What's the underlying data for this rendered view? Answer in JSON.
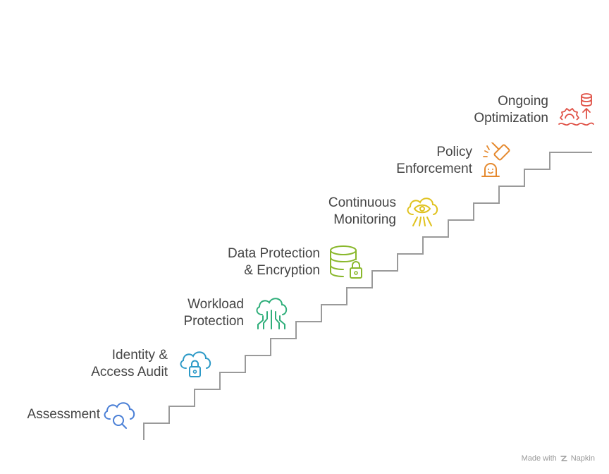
{
  "steps": [
    {
      "line1": "",
      "line2": "Assessment",
      "icon": "cloud-search-icon",
      "color": "#4a7fd6"
    },
    {
      "line1": "Identity &",
      "line2": "Access Audit",
      "icon": "cloud-lock-icon",
      "color": "#2d9ac7"
    },
    {
      "line1": "Workload",
      "line2": "Protection",
      "icon": "cloud-circuit-icon",
      "color": "#2fae7a"
    },
    {
      "line1": "Data Protection",
      "line2": "& Encryption",
      "icon": "database-lock-icon",
      "color": "#8ab82d"
    },
    {
      "line1": "Continuous",
      "line2": "Monitoring",
      "icon": "cloud-eye-icon",
      "color": "#e0c21f"
    },
    {
      "line1": "Policy",
      "line2": "Enforcement",
      "icon": "gavel-person-icon",
      "color": "#e5892e"
    },
    {
      "line1": "Ongoing",
      "line2": "Optimization",
      "icon": "database-gear-arrow-icon",
      "color": "#e05247"
    }
  ],
  "watermark": {
    "prefix": "Made with",
    "brand": "Napkin"
  }
}
